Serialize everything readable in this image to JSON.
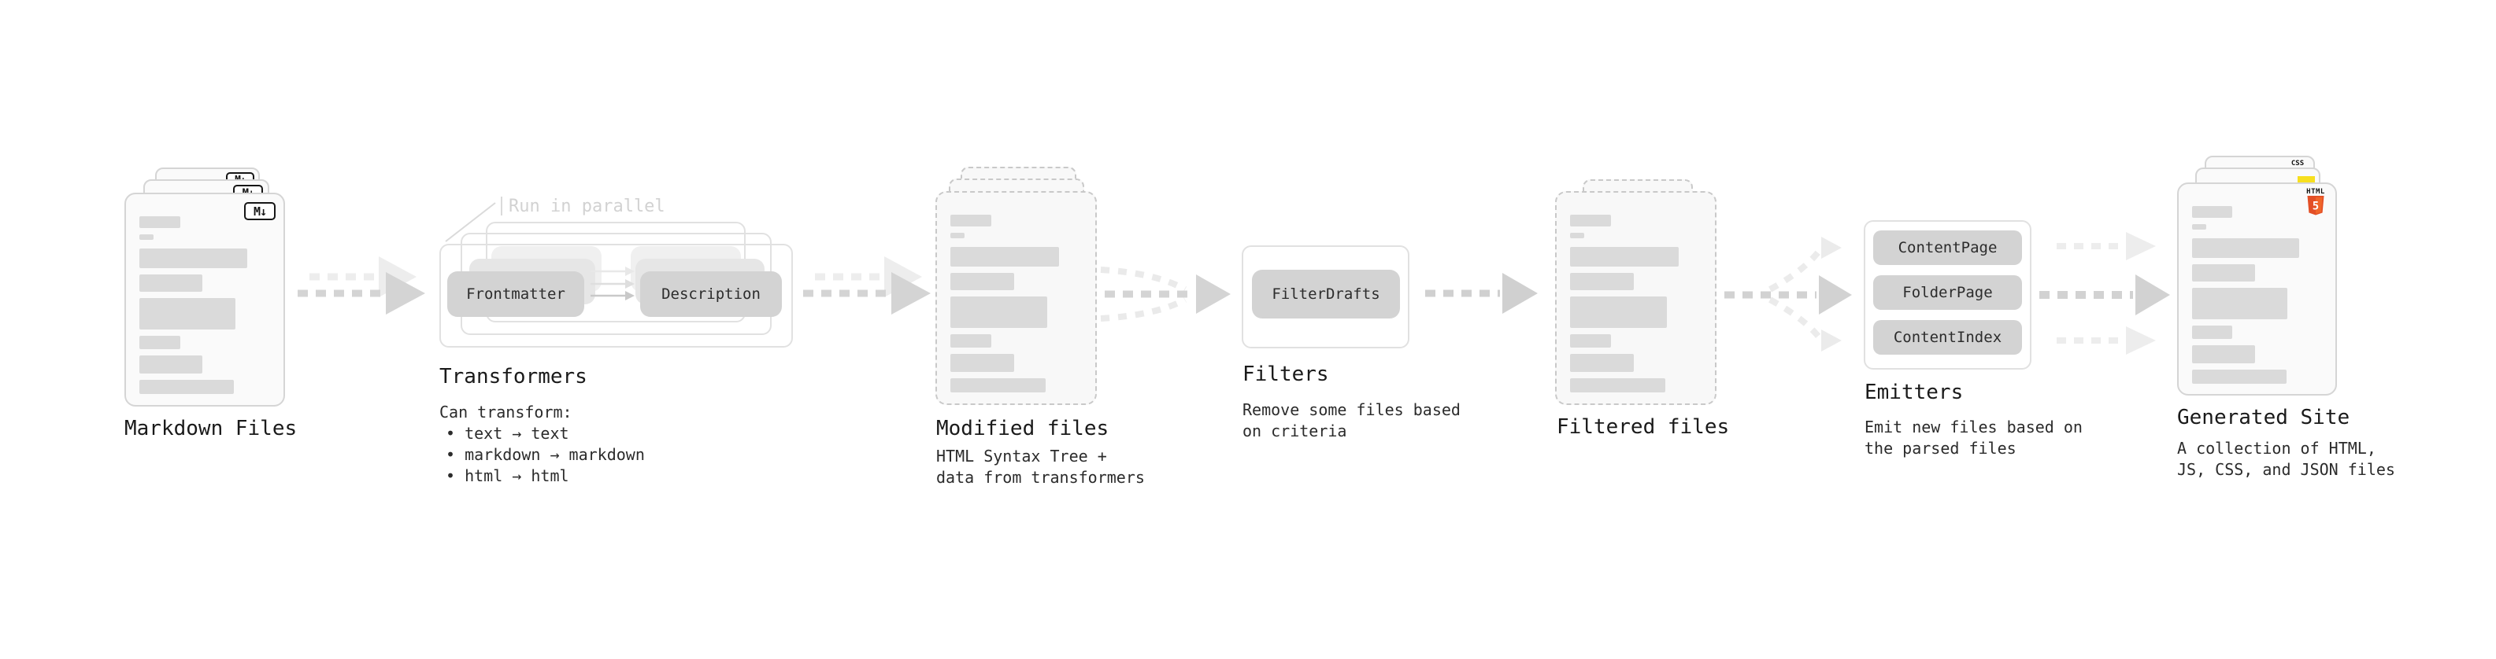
{
  "stages": {
    "markdown": {
      "label": "Markdown Files",
      "badge": "M↓"
    },
    "transformers": {
      "title": "Transformers",
      "note": "Run in parallel",
      "pill_left": "Frontmatter",
      "pill_right": "Description",
      "desc_heading": "Can transform:",
      "bullets": [
        "• text → text",
        "• markdown → markdown",
        "• html → html"
      ]
    },
    "modified": {
      "title": "Modified files",
      "desc": [
        "HTML Syntax Tree +",
        "data from transformers"
      ]
    },
    "filters": {
      "title": "Filters",
      "pill": "FilterDrafts",
      "desc": [
        "Remove some files based",
        "on criteria"
      ]
    },
    "filtered": {
      "title": "Filtered files"
    },
    "emitters": {
      "title": "Emitters",
      "pills": [
        "ContentPage",
        "FolderPage",
        "ContentIndex"
      ],
      "desc": [
        "Emit new files based on",
        "the parsed files"
      ]
    },
    "generated": {
      "title": "Generated Site",
      "desc": [
        "A collection of HTML,",
        "JS, CSS, and JSON files"
      ],
      "html5_badge_text": "HTML",
      "html5_badge_number": "5",
      "css_badge_text": "CSS"
    }
  },
  "colors": {
    "html5_orange": "#e34f26",
    "html5_orange_light": "#f06529",
    "js_yellow": "#f7df1e",
    "css_blue": "#2965f1",
    "arrow_gray": "#d4d4d4",
    "ghost_gray": "#ededed"
  }
}
